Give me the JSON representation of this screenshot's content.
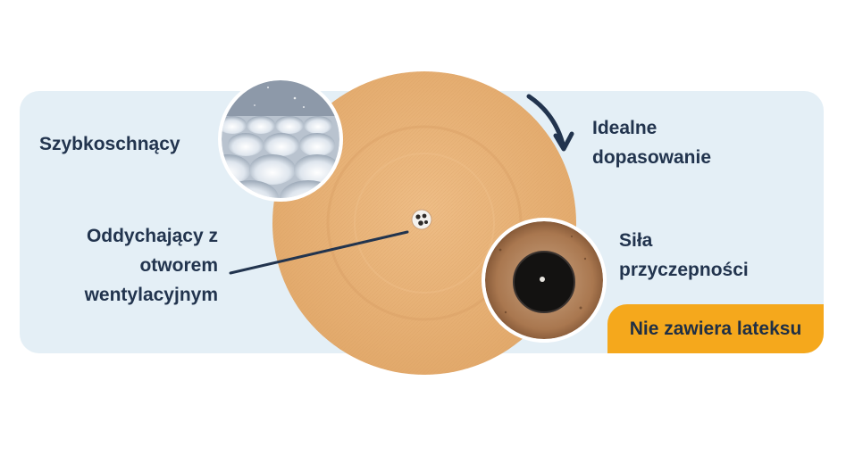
{
  "labels": {
    "quick_dry": "Szybkoschnący",
    "fit_line1": "Idealne",
    "fit_line2": "dopasowanie",
    "vent_line1": "Oddychający z",
    "vent_line2": "otworem",
    "vent_line3": "wentylacyjnym",
    "adhesion_line1": "Siła",
    "adhesion_line2": "przyczepności"
  },
  "badge": {
    "text": "Nie zawiera lateksu"
  },
  "colors": {
    "panel": "#e4eff6",
    "patch": "#e9b57c",
    "badge": "#f5a81c",
    "text": "#22344e"
  }
}
